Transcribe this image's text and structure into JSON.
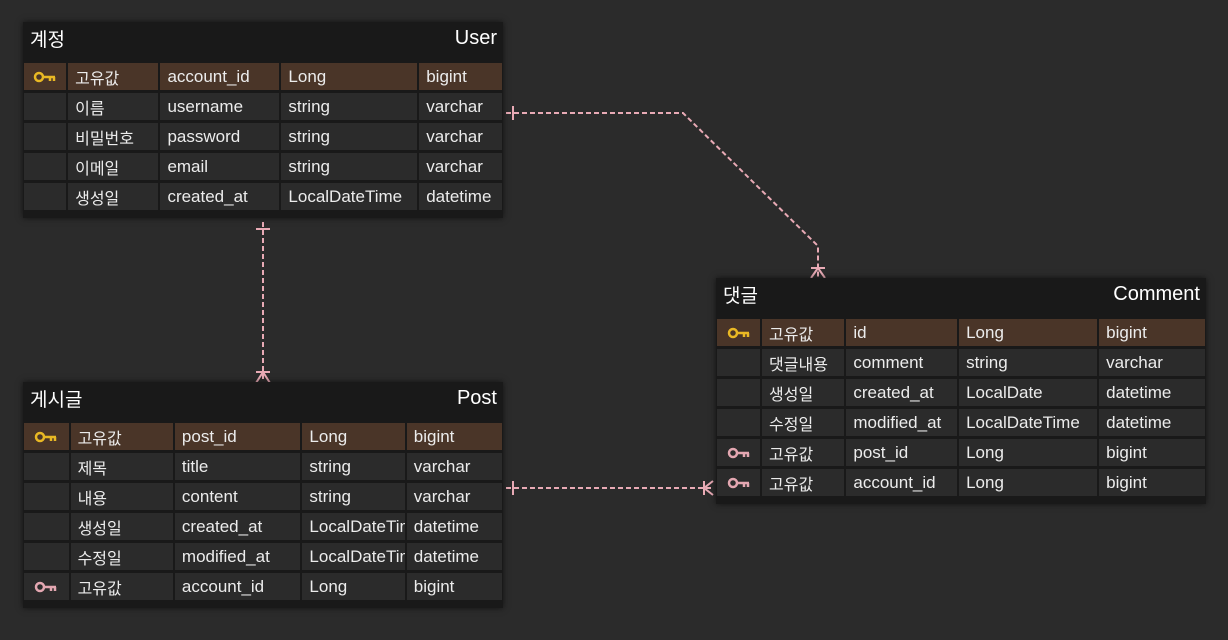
{
  "colors": {
    "background": "#2b2b2b",
    "table_bg": "#191919",
    "cell_bg": "#2b2b2b",
    "pk_row_bg": "#4a3528",
    "primary_key_icon": "#e9b824",
    "foreign_key_icon": "#e3a7b1",
    "connector": "#e8aab5"
  },
  "tables": [
    {
      "id": "user",
      "korean_name": "계정",
      "english_name": "User",
      "columns": [
        {
          "key": "primary-key-icon",
          "korean": "고유값",
          "name": "account_id",
          "type": "Long",
          "db_type": "bigint"
        },
        {
          "key": "",
          "korean": "이름",
          "name": "username",
          "type": "string",
          "db_type": "varchar"
        },
        {
          "key": "",
          "korean": "비밀번호",
          "name": "password",
          "type": "string",
          "db_type": "varchar"
        },
        {
          "key": "",
          "korean": "이메일",
          "name": "email",
          "type": "string",
          "db_type": "varchar"
        },
        {
          "key": "",
          "korean": "생성일",
          "name": "created_at",
          "type": "LocalDateTime",
          "db_type": "datetime"
        }
      ]
    },
    {
      "id": "post",
      "korean_name": "게시글",
      "english_name": "Post",
      "columns": [
        {
          "key": "primary-key-icon",
          "korean": "고유값",
          "name": "post_id",
          "type": "Long",
          "db_type": "bigint"
        },
        {
          "key": "",
          "korean": "제목",
          "name": "title",
          "type": "string",
          "db_type": "varchar"
        },
        {
          "key": "",
          "korean": "내용",
          "name": "content",
          "type": "string",
          "db_type": "varchar"
        },
        {
          "key": "",
          "korean": "생성일",
          "name": "created_at",
          "type": "LocalDateTime",
          "db_type": "datetime"
        },
        {
          "key": "",
          "korean": "수정일",
          "name": "modified_at",
          "type": "LocalDateTime",
          "db_type": "datetime"
        },
        {
          "key": "foreign-key-icon",
          "korean": "고유값",
          "name": "account_id",
          "type": "Long",
          "db_type": "bigint"
        }
      ]
    },
    {
      "id": "comment",
      "korean_name": "댓글",
      "english_name": "Comment",
      "columns": [
        {
          "key": "primary-key-icon",
          "korean": "고유값",
          "name": "id",
          "type": "Long",
          "db_type": "bigint"
        },
        {
          "key": "",
          "korean": "댓글내용",
          "name": "comment",
          "type": "string",
          "db_type": "varchar"
        },
        {
          "key": "",
          "korean": "생성일",
          "name": "created_at",
          "type": "LocalDate",
          "db_type": "datetime"
        },
        {
          "key": "",
          "korean": "수정일",
          "name": "modified_at",
          "type": "LocalDateTime",
          "db_type": "datetime"
        },
        {
          "key": "foreign-key-icon",
          "korean": "고유값",
          "name": "post_id",
          "type": "Long",
          "db_type": "bigint"
        },
        {
          "key": "foreign-key-icon",
          "korean": "고유값",
          "name": "account_id",
          "type": "Long",
          "db_type": "bigint"
        }
      ]
    }
  ],
  "relationships": [
    {
      "from": "user",
      "to": "post",
      "cardinality": "one-to-many"
    },
    {
      "from": "user",
      "to": "comment",
      "cardinality": "one-to-many"
    },
    {
      "from": "post",
      "to": "comment",
      "cardinality": "one-to-many"
    }
  ]
}
